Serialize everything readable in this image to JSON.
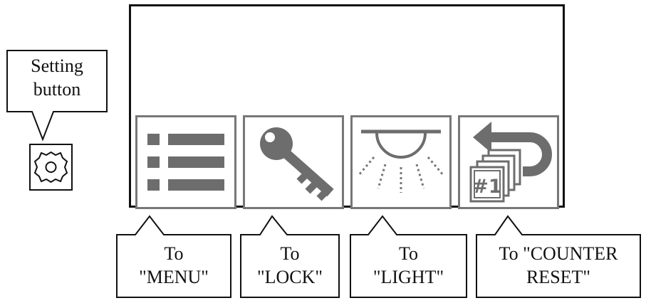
{
  "setting_callout": {
    "line1": "Setting",
    "line2": "button"
  },
  "icons": {
    "setting": "gear-icon",
    "menu": "menu-list-icon",
    "lock": "key-icon",
    "light": "lamp-icon",
    "counter_reset": "counter-reset-icon"
  },
  "counter_icon_text": "#1",
  "callouts": [
    {
      "line1": "To",
      "line2": "\"MENU\""
    },
    {
      "line1": "To",
      "line2": "\"LOCK\""
    },
    {
      "line1": "To",
      "line2": "\"LIGHT\""
    },
    {
      "line1": "To \"COUNTER",
      "line2": "RESET\""
    }
  ],
  "colors": {
    "icon": "#6d6d6d",
    "border": "#111111",
    "button_border": "#777777"
  }
}
